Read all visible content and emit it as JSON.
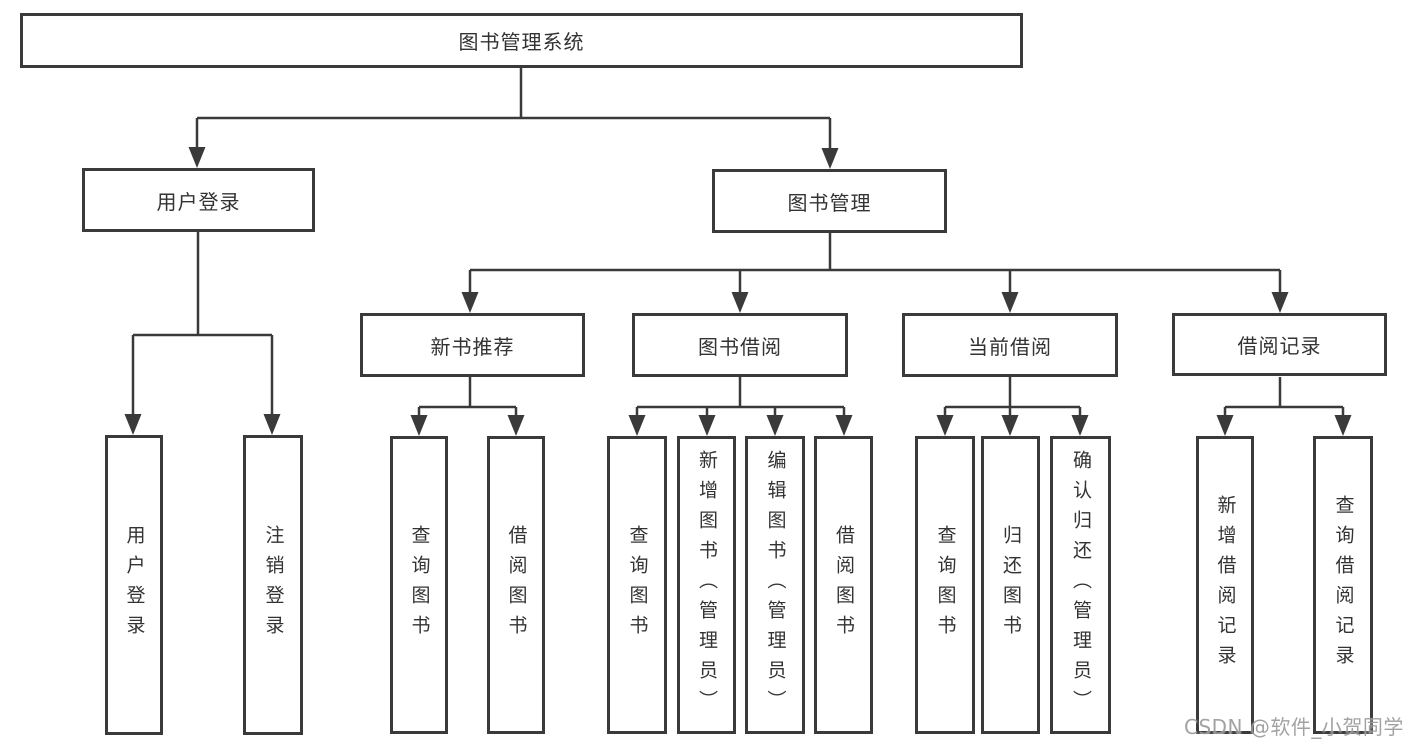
{
  "diagram": {
    "tree": {
      "label": "图书管理系统",
      "children": [
        {
          "label": "用户登录",
          "children": [
            {
              "label": "用户登录"
            },
            {
              "label": "注销登录"
            }
          ]
        },
        {
          "label": "图书管理",
          "children": [
            {
              "label": "新书推荐",
              "children": [
                {
                  "label": "查询图书"
                },
                {
                  "label": "借阅图书"
                }
              ]
            },
            {
              "label": "图书借阅",
              "children": [
                {
                  "label": "查询图书"
                },
                {
                  "label": "新增图书（管理员）"
                },
                {
                  "label": "编辑图书（管理员）"
                },
                {
                  "label": "借阅图书"
                }
              ]
            },
            {
              "label": "当前借阅",
              "children": [
                {
                  "label": "查询图书"
                },
                {
                  "label": "归还图书"
                },
                {
                  "label": "确认归还（管理员）"
                }
              ]
            },
            {
              "label": "借阅记录",
              "children": [
                {
                  "label": "新增借阅记录"
                },
                {
                  "label": "查询借阅记录"
                }
              ]
            }
          ]
        }
      ]
    },
    "colors": {
      "line": "#3a3a3a",
      "box_border": "#3a3a3a",
      "text": "#333333",
      "background": "#ffffff",
      "watermark_text": "#9b9b9b"
    }
  },
  "watermark": {
    "text": "CSDN @软件_小贺同学"
  }
}
